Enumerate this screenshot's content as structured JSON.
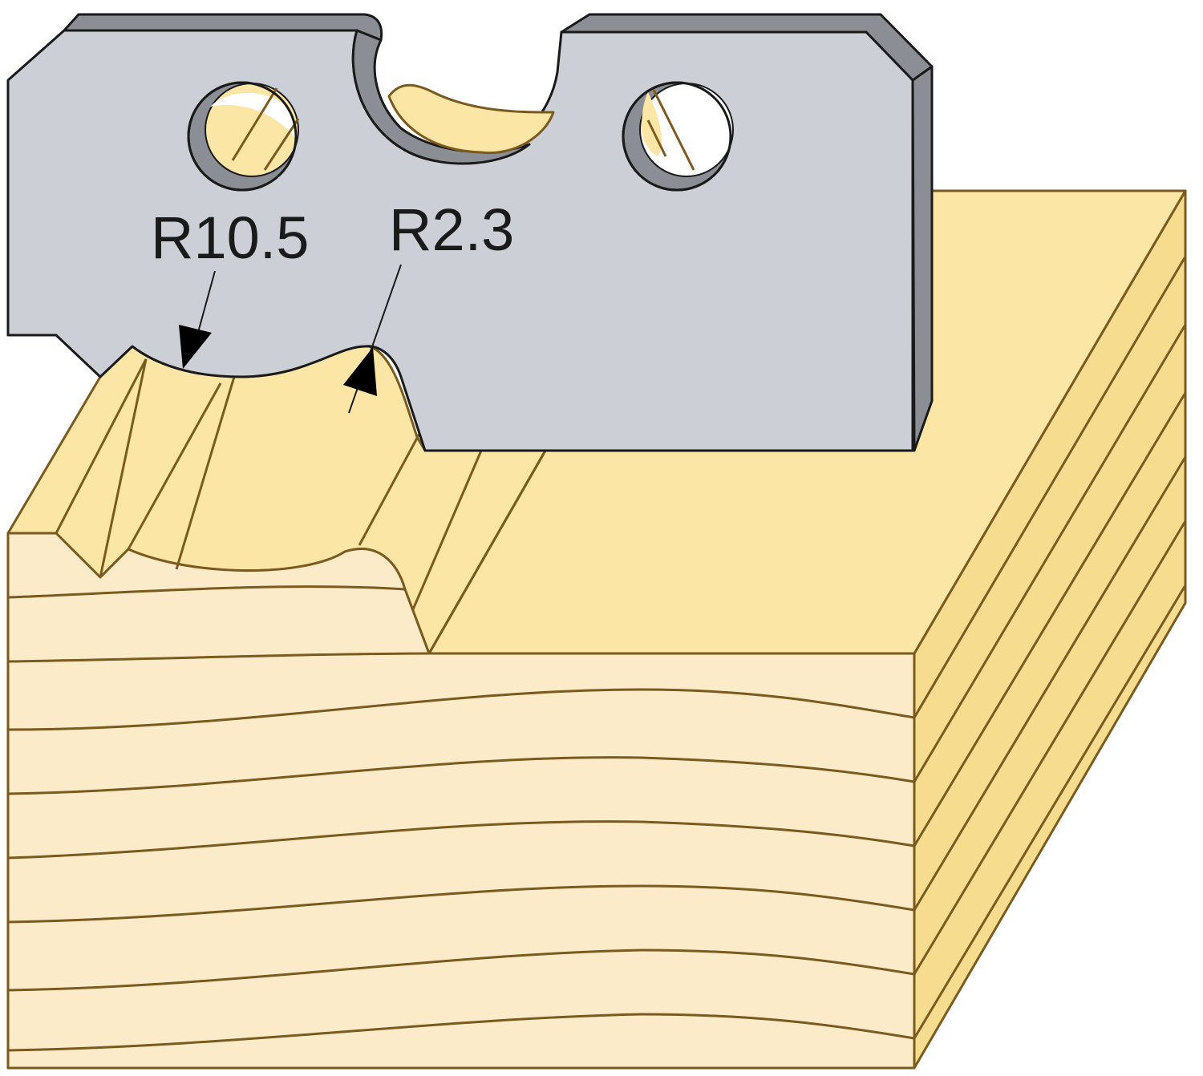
{
  "figure": {
    "dimensions": [
      {
        "id": "radius-large",
        "label": "R10.5"
      },
      {
        "id": "radius-small",
        "label": "R2.3"
      }
    ]
  },
  "colors": {
    "blade_face": "#cdcfd6",
    "blade_bevel": "#8c8e95",
    "blade_outline": "#1a1a1a",
    "wood_front": "#fbebc8",
    "wood_top": "#fbe6a6",
    "wood_side": "#f6dc8f",
    "wood_grain": "#7a5a1e"
  }
}
